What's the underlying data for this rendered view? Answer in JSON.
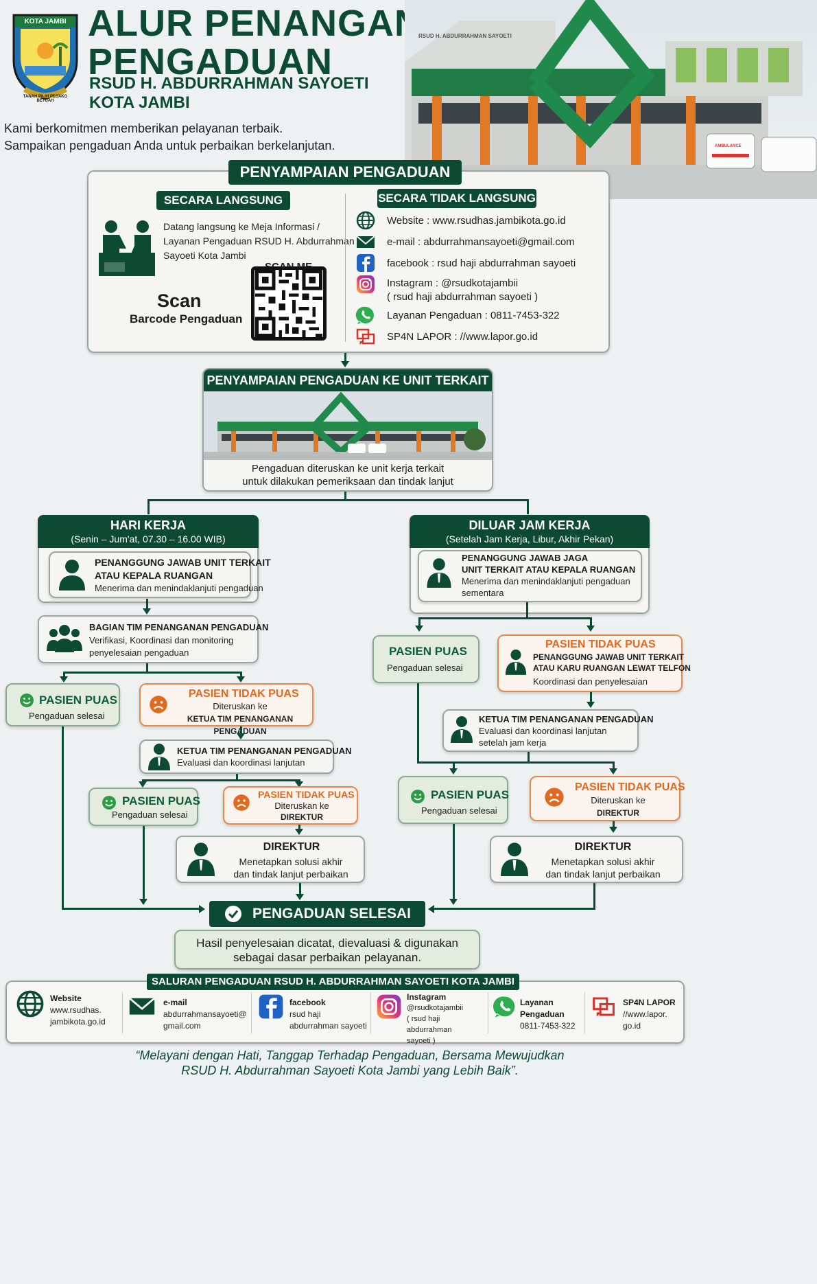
{
  "colors": {
    "primary": "#0d4a33",
    "orange": "#e06a1f",
    "good": "#2e9c45"
  },
  "header": {
    "logo_text": "KOTA JAMBI",
    "logo_motto": "TANAH PILIH PESAKO BETUAH",
    "title_line1": "ALUR PENANGANAN",
    "title_line2": "PENGADUAN",
    "subtitle_line1": "RSUD H. ABDURRAHMAN SAYOETI",
    "subtitle_line2": "KOTA JAMBI",
    "intro_line1": "Kami berkomitmen memberikan pelayanan terbaik.",
    "intro_line2": "Sampaikan pengaduan Anda untuk perbaikan berkelanjutan.",
    "building_sign": "RSUD H. ABDURRAHMAN SAYOETI",
    "ambulance_text": "AMBULANCE"
  },
  "penyampaian": {
    "title": "PENYAMPAIAN PENGADUAN",
    "langsung": {
      "title": "SECARA LANGSUNG",
      "text_line1": "Datang langsung ke Meja Informasi /",
      "text_line2": "Layanan Pengaduan RSUD H. Abdurrahman",
      "text_line3": "Sayoeti Kota Jambi",
      "scan_title": "Scan",
      "scan_sub": "Barcode Pengaduan",
      "qr_label": "SCAN ME"
    },
    "tidak_langsung": {
      "title": "SECARA TIDAK LANGSUNG",
      "items": [
        {
          "icon": "globe-icon",
          "text": "Website : www.rsudhas.jambikota.go.id"
        },
        {
          "icon": "mail-icon",
          "text": "e-mail : abdurrahmansayoeti@gmail.com"
        },
        {
          "icon": "facebook-icon",
          "text": "facebook : rsud haji abdurrahman sayoeti"
        },
        {
          "icon": "instagram-icon",
          "text": "Instagram : @rsudkotajambii"
        },
        {
          "icon": "whatsapp-icon",
          "text": "Layanan Pengaduan : 0811-7453-322"
        },
        {
          "icon": "lapor-icon",
          "text": "SP4N LAPOR : //www.lapor.go.id"
        }
      ],
      "instagram_sub": "( rsud haji abdurrahman sayoeti )"
    }
  },
  "unit": {
    "title": "PENYAMPAIAN PENGADUAN KE UNIT TERKAIT",
    "caption_line1": "Pengaduan diteruskan ke unit kerja terkait",
    "caption_line2": "untuk dilakukan pemeriksaan dan tindak lanjut"
  },
  "left": {
    "header_title": "HARI KERJA",
    "header_sub": "(Senin – Jum'at, 07.30 – 16.00 WIB)",
    "pj_title_line1": "PENANGGUNG JAWAB UNIT TERKAIT",
    "pj_title_line2": "ATAU KEPALA RUANGAN",
    "pj_desc": "Menerima dan menindaklanjuti pengaduan",
    "tim_title": "BAGIAN TIM PENANGANAN PENGADUAN",
    "tim_desc_line1": "Verifikasi, Koordinasi dan monitoring",
    "tim_desc_line2": "penyelesaian pengaduan",
    "puas1_title": "PASIEN PUAS",
    "puas1_desc": "Pengaduan selesai",
    "tidak1_title": "PASIEN TIDAK PUAS",
    "tidak1_desc1": "Diteruskan ke",
    "tidak1_desc2": "KETUA TIM PENANGANAN PENGADUAN",
    "ketua_title": "KETUA TIM PENANGANAN PENGADUAN",
    "ketua_desc": "Evaluasi dan koordinasi lanjutan",
    "puas2_title": "PASIEN PUAS",
    "puas2_desc": "Pengaduan selesai",
    "tidak2_title": "PASIEN TIDAK PUAS",
    "tidak2_desc1": "Diteruskan ke",
    "tidak2_desc2": "DIREKTUR",
    "dir_title": "DIREKTUR",
    "dir_desc1": "Menetapkan solusi akhir",
    "dir_desc2": "dan tindak lanjut perbaikan"
  },
  "right": {
    "header_title": "DILUAR JAM KERJA",
    "header_sub": "(Setelah Jam Kerja, Libur, Akhir Pekan)",
    "pj_title_line1": "PENANGGUNG JAWAB JAGA",
    "pj_title_line2": "UNIT TERKAIT ATAU KEPALA RUANGAN",
    "pj_desc_line1": "Menerima dan menindaklanjuti pengaduan",
    "pj_desc_line2": "sementara",
    "puas1_title": "PASIEN PUAS",
    "puas1_desc": "Pengaduan selesai",
    "tidak1_title": "PASIEN TIDAK PUAS",
    "tidak1_desc1": "PENANGGUNG JAWAB UNIT TERKAIT",
    "tidak1_desc2": "ATAU KARU RUANGAN LEWAT TELFON",
    "tidak1_desc3": "Koordinasi dan penyelesaian",
    "ketua_title": "KETUA TIM PENANGANAN PENGADUAN",
    "ketua_desc1": "Evaluasi dan koordinasi lanjutan",
    "ketua_desc2": "setelah jam kerja",
    "puas2_title": "PASIEN PUAS",
    "puas2_desc": "Pengaduan selesai",
    "tidak2_title": "PASIEN TIDAK PUAS",
    "tidak2_desc1": "Diteruskan ke",
    "tidak2_desc2": "DIREKTUR",
    "dir_title": "DIREKTUR",
    "dir_desc1": "Menetapkan solusi akhir",
    "dir_desc2": "dan tindak lanjut perbaikan"
  },
  "selesai": {
    "title": "PENGADUAN SELESAI",
    "desc_line1": "Hasil penyelesaian dicatat, dievaluasi & digunakan",
    "desc_line2": "sebagai dasar perbaikan pelayanan."
  },
  "channels": {
    "title": "SALURAN PENGADUAN RSUD H. ABDURRAHMAN SAYOETI KOTA JAMBI",
    "items": [
      {
        "icon": "globe-icon",
        "label": "Website",
        "l1": "www.rsudhas.",
        "l2": "jambikota.go.id",
        "l3": ""
      },
      {
        "icon": "mail-icon",
        "label": "e-mail",
        "l1": "abdurrahmansayoeti@",
        "l2": "gmail.com",
        "l3": ""
      },
      {
        "icon": "facebook-icon",
        "label": "facebook",
        "l1": "rsud haji",
        "l2": "abdurrahman sayoeti",
        "l3": ""
      },
      {
        "icon": "instagram-icon",
        "label": "Instagram",
        "l1": "@rsudkotajambii",
        "l2": "( rsud haji abdurrahman",
        "l3": "sayoeti )"
      },
      {
        "icon": "whatsapp-icon",
        "label": "Layanan",
        "l1": "Pengaduan",
        "l2": "0811-7453-322",
        "l3": ""
      },
      {
        "icon": "lapor-icon",
        "label": "SP4N LAPOR",
        "l1": "//www.lapor.",
        "l2": "go.id",
        "l3": ""
      }
    ]
  },
  "quote": {
    "line1": "“Melayani dengan Hati, Tanggap Terhadap Pengaduan, Bersama Mewujudkan",
    "line2": "RSUD H. Abdurrahman Sayoeti Kota Jambi yang Lebih Baik”."
  }
}
